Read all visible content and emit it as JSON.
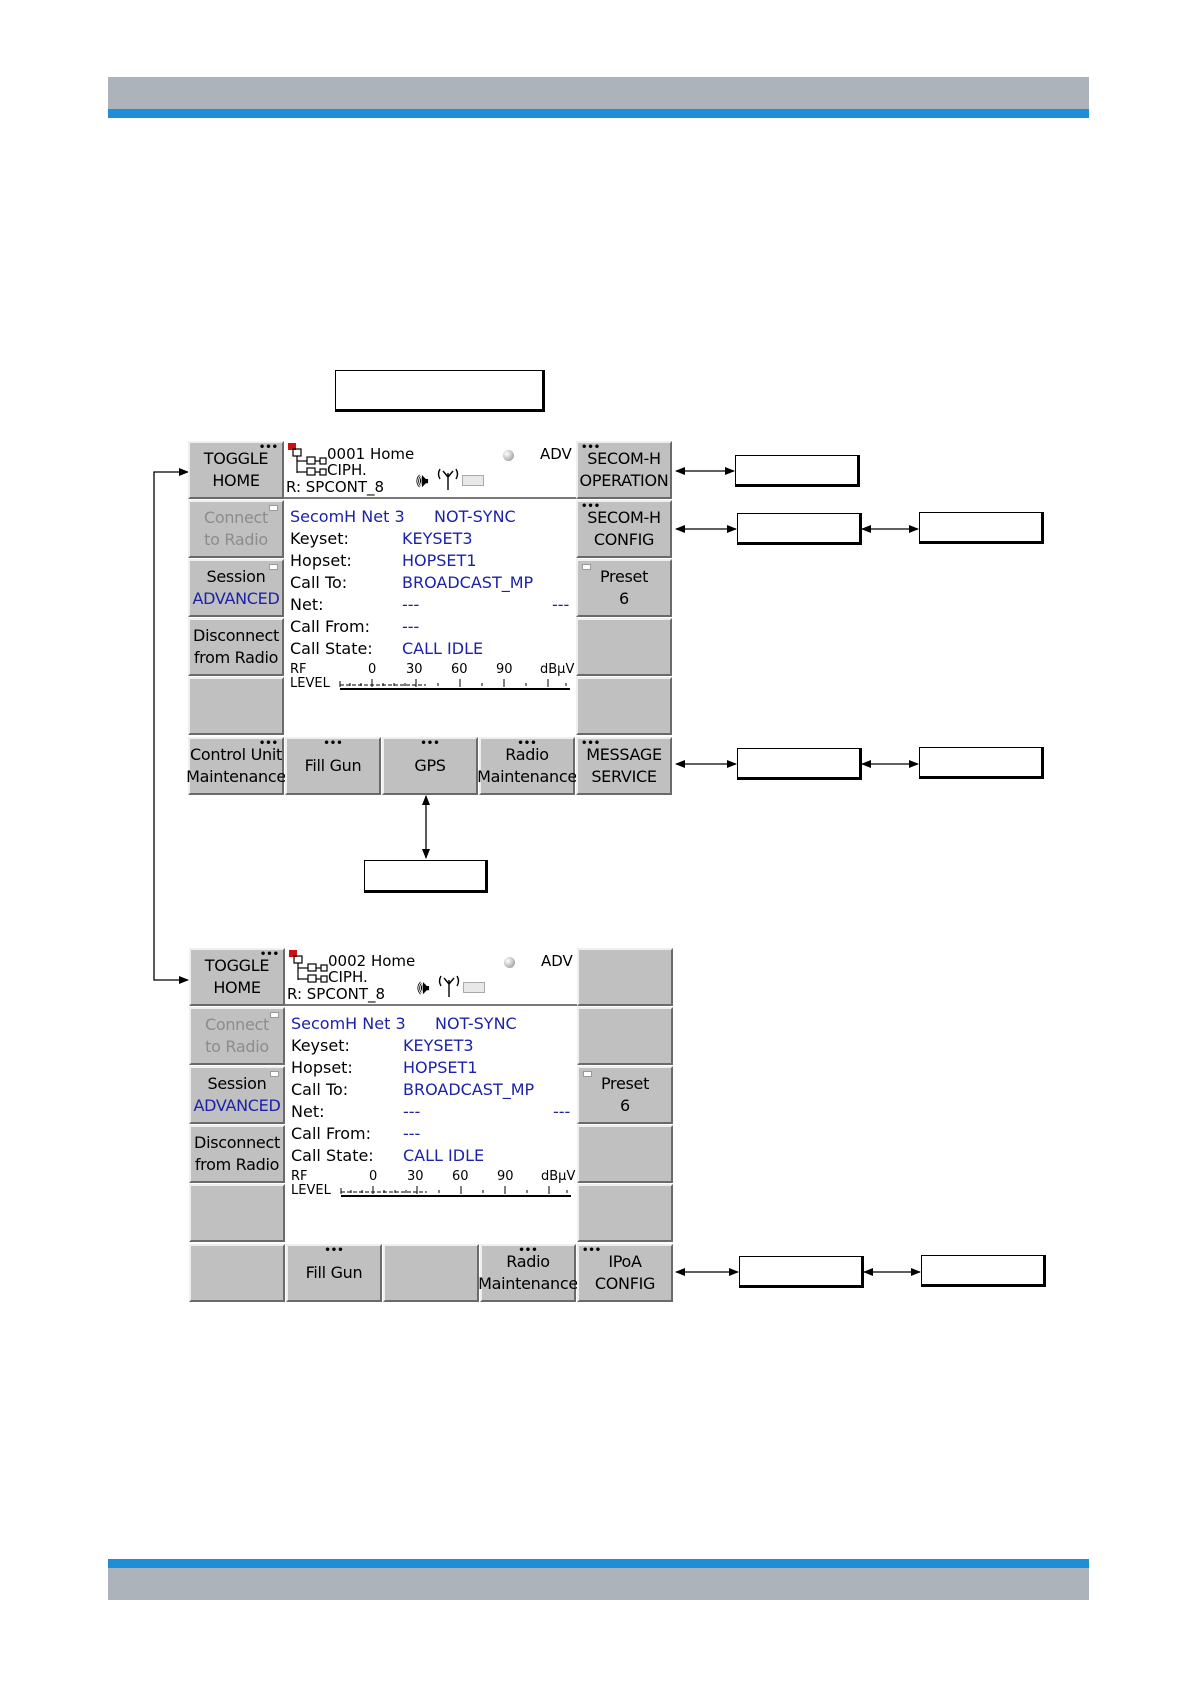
{
  "screen1": {
    "left_buttons": [
      {
        "line1": "TOGGLE",
        "line2": "HOME",
        "disabled": false,
        "marker": "dots"
      },
      {
        "line1": "Connect",
        "line2": "to Radio",
        "disabled": true,
        "marker": "square"
      },
      {
        "line1": "Session",
        "line2": "ADVANCED",
        "disabled": false,
        "marker": "square"
      },
      {
        "line1": "Disconnect",
        "line2": "from Radio",
        "disabled": false,
        "marker": ""
      },
      {
        "line1": "",
        "line2": "",
        "disabled": false,
        "marker": ""
      }
    ],
    "right_buttons": [
      {
        "line1": "SECOM-H",
        "line2": "OPERATION",
        "marker": "dots"
      },
      {
        "line1": "SECOM-H",
        "line2": "CONFIG",
        "marker": "dots"
      },
      {
        "line1": "Preset",
        "line2": "6",
        "marker": "square"
      },
      {
        "line1": "",
        "line2": "",
        "marker": ""
      },
      {
        "line1": "",
        "line2": "",
        "marker": ""
      }
    ],
    "bottom_buttons": [
      {
        "line1": "Control Unit",
        "line2": "Maintenance",
        "marker": "dots"
      },
      {
        "line1": "Fill Gun",
        "line2": "",
        "marker": "dots"
      },
      {
        "line1": "GPS",
        "line2": "",
        "marker": "dots"
      },
      {
        "line1": "Radio",
        "line2": "Maintenance",
        "marker": "dots"
      },
      {
        "line1": "MESSAGE",
        "line2": "SERVICE",
        "marker": "dots"
      }
    ],
    "status": {
      "id": "0001 Home",
      "cipher": "CIPH.",
      "radio": "R: SPCONT_8",
      "mode": "ADV"
    },
    "net_name": "SecomH Net 3",
    "sync_state": "NOT-SYNC",
    "fields": [
      {
        "label": "Keyset:",
        "value": "KEYSET3"
      },
      {
        "label": "Hopset:",
        "value": "HOPSET1"
      },
      {
        "label": "Call To:",
        "value": "BROADCAST_MP"
      },
      {
        "label": "Net:",
        "value": "---",
        "value2": "---"
      },
      {
        "label": "Call From:",
        "value": "---"
      },
      {
        "label": "Call State:",
        "value": "CALL IDLE"
      }
    ]
  },
  "screen2": {
    "left_buttons": [
      {
        "line1": "TOGGLE",
        "line2": "HOME",
        "disabled": false,
        "marker": "dots"
      },
      {
        "line1": "Connect",
        "line2": "to Radio",
        "disabled": true,
        "marker": "square"
      },
      {
        "line1": "Session",
        "line2": "ADVANCED",
        "disabled": false,
        "marker": "square"
      },
      {
        "line1": "Disconnect",
        "line2": "from Radio",
        "disabled": false,
        "marker": ""
      },
      {
        "line1": "",
        "line2": "",
        "disabled": false,
        "marker": ""
      }
    ],
    "right_buttons": [
      {
        "line1": "",
        "line2": "",
        "marker": ""
      },
      {
        "line1": "",
        "line2": "",
        "marker": ""
      },
      {
        "line1": "Preset",
        "line2": "6",
        "marker": "square"
      },
      {
        "line1": "",
        "line2": "",
        "marker": ""
      },
      {
        "line1": "",
        "line2": "",
        "marker": ""
      }
    ],
    "bottom_buttons": [
      {
        "line1": "",
        "line2": "",
        "marker": ""
      },
      {
        "line1": "Fill Gun",
        "line2": "",
        "marker": "dots"
      },
      {
        "line1": "",
        "line2": "",
        "marker": ""
      },
      {
        "line1": "Radio",
        "line2": "Maintenance",
        "marker": "dots"
      },
      {
        "line1": "IPoA",
        "line2": "CONFIG",
        "marker": "dots"
      }
    ],
    "status": {
      "id": "0002 Home",
      "cipher": "CIPH.",
      "radio": "R: SPCONT_8",
      "mode": "ADV"
    },
    "net_name": "SecomH Net 3",
    "sync_state": "NOT-SYNC",
    "fields": [
      {
        "label": "Keyset:",
        "value": "KEYSET3"
      },
      {
        "label": "Hopset:",
        "value": "HOPSET1"
      },
      {
        "label": "Call To:",
        "value": "BROADCAST_MP"
      },
      {
        "label": "Net:",
        "value": "---",
        "value2": "---"
      },
      {
        "label": "Call From:",
        "value": "---"
      },
      {
        "label": "Call State:",
        "value": "CALL IDLE"
      }
    ]
  },
  "rf_meter": {
    "label_line1": "RF",
    "label_line2": "LEVEL",
    "ticks": [
      "0",
      "30",
      "60",
      "90"
    ],
    "unit": "dBµV"
  },
  "colors": {
    "accent_blue": "#1e8fd6",
    "header_gray": "#adb3ba",
    "button_gray": "#c0c0c0",
    "value_blue": "#1c22a8"
  }
}
